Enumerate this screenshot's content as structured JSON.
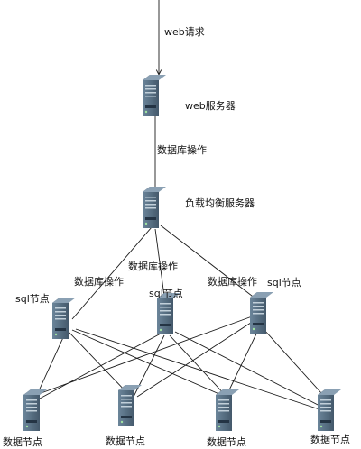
{
  "labels": {
    "web_request": "web请求",
    "web_server": "web服务器",
    "db_op_top": "数据库操作",
    "load_balancer": "负载均衡服务器",
    "db_op_center": "数据库操作",
    "db_op_left": "数据库操作",
    "db_op_right": "数据库操作",
    "sql_node_left": "sql节点",
    "sql_node_center": "sql节点",
    "sql_node_right": "sql节点",
    "data_node_1": "数据节点",
    "data_node_2": "数据节点",
    "data_node_3": "数据节点",
    "data_node_4": "数据节点"
  },
  "icons": {
    "server": "server-tower-icon"
  },
  "colors": {
    "server_body": "#4f6a80",
    "server_side": "#2e4254",
    "server_top": "#8aa0b3",
    "line": "#1a1a1a"
  }
}
